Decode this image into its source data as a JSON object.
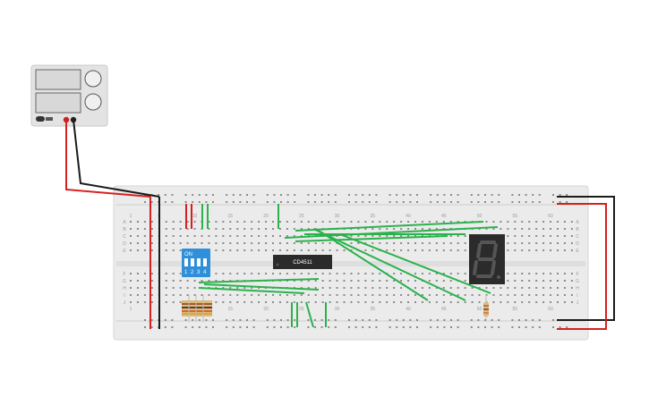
{
  "power_supply": {
    "name": "power-supply"
  },
  "dip_switch": {
    "on_label": "ON",
    "numbers": [
      "1",
      "2",
      "3",
      "4"
    ]
  },
  "chip": {
    "label": "CD4511"
  },
  "breadboard": {
    "column_labels": [
      "1",
      "5",
      "10",
      "15",
      "20",
      "25",
      "30",
      "35",
      "40",
      "45",
      "50",
      "55",
      "60"
    ],
    "row_labels_top": [
      "A",
      "B",
      "C",
      "D",
      "E"
    ],
    "row_labels_bottom": [
      "F",
      "G",
      "H",
      "I",
      "J"
    ]
  },
  "display": {
    "digit": "8"
  },
  "colors": {
    "wire_red": "#d62020",
    "wire_black": "#1b1b1b",
    "wire_green": "#2bb24c",
    "board": "#ebebeb",
    "chip": "#2a2a2a",
    "dip": "#2f8fd8"
  }
}
